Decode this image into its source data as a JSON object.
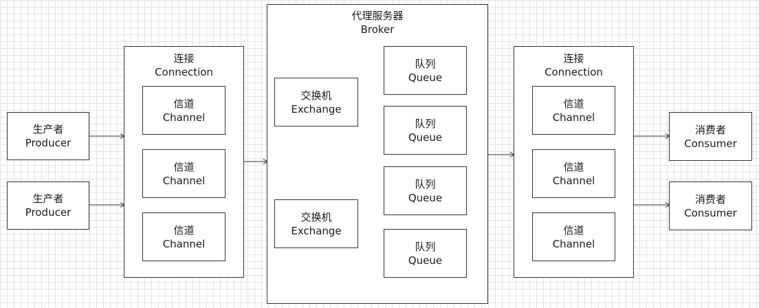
{
  "producers": [
    {
      "label_cn": "生产者",
      "label_en": "Producer"
    },
    {
      "label_cn": "生产者",
      "label_en": "Producer"
    }
  ],
  "left_connection": {
    "title_cn": "连接",
    "title_en": "Connection",
    "channels": [
      {
        "label_cn": "信道",
        "label_en": "Channel"
      },
      {
        "label_cn": "信道",
        "label_en": "Channel"
      },
      {
        "label_cn": "信道",
        "label_en": "Channel"
      }
    ]
  },
  "broker": {
    "title_cn": "代理服务器",
    "title_en": "Broker",
    "exchanges": [
      {
        "label_cn": "交换机",
        "label_en": "Exchange"
      },
      {
        "label_cn": "交换机",
        "label_en": "Exchange"
      }
    ],
    "queues": [
      {
        "label_cn": "队列",
        "label_en": "Queue"
      },
      {
        "label_cn": "队列",
        "label_en": "Queue"
      },
      {
        "label_cn": "队列",
        "label_en": "Queue"
      },
      {
        "label_cn": "队列",
        "label_en": "Queue"
      }
    ]
  },
  "right_connection": {
    "title_cn": "连接",
    "title_en": "Connection",
    "channels": [
      {
        "label_cn": "信道",
        "label_en": "Channel"
      },
      {
        "label_cn": "信道",
        "label_en": "Channel"
      },
      {
        "label_cn": "信道",
        "label_en": "Channel"
      }
    ]
  },
  "consumers": [
    {
      "label_cn": "消费者",
      "label_en": "Consumer"
    },
    {
      "label_cn": "消费者",
      "label_en": "Consumer"
    }
  ],
  "colors": {
    "line": "#333333",
    "box_border": "#333333",
    "grid": "#e3e3e3"
  }
}
